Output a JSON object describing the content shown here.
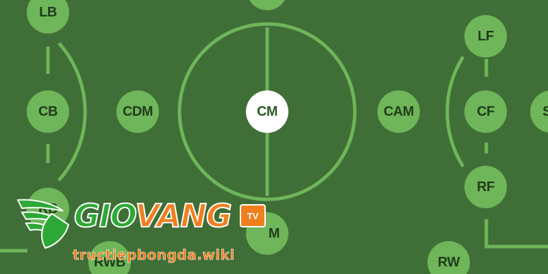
{
  "positions": {
    "lb": "LB",
    "cb": "CB",
    "rb": "RB",
    "rwb": "RWB",
    "cdm": "CDM",
    "cm": "CM",
    "cam": "CAM",
    "lf": "LF",
    "cf": "CF",
    "rf": "RF",
    "rw": "RW",
    "st_partial": "S",
    "cm_lower_partial": "M"
  },
  "logo": {
    "brand_green": "GIO",
    "brand_orange": "VANG",
    "tv": "TV",
    "url": "tructiepbongda.wiki"
  },
  "colors": {
    "pitch": "#3f6f37",
    "lines": "#6fb55a",
    "circle_fill": "#6fb55a",
    "active_circle": "#ffffff",
    "brand_green": "#2ea836",
    "brand_orange": "#f07f1f"
  }
}
